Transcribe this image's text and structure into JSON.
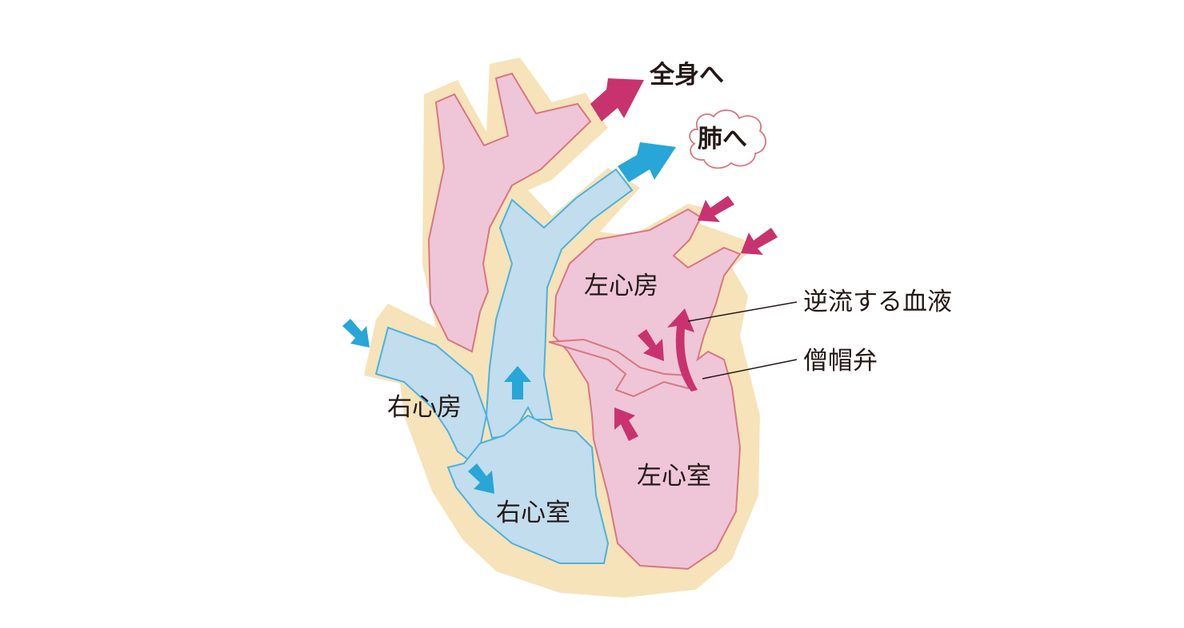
{
  "labels": {
    "to_body": "全身へ",
    "to_lungs": "肺へ",
    "left_atrium": "左心房",
    "right_atrium": "右心房",
    "left_ventricle": "左心室",
    "right_ventricle": "右心室",
    "regurgitant_blood": "逆流する血液",
    "mitral_valve": "僧帽弁"
  },
  "colors": {
    "outline_fat": "#f6e3b9",
    "arterial_fill": "#eec6d8",
    "arterial_stroke": "#d9767f",
    "venous_fill": "#c2dded",
    "venous_stroke": "#4ab2df",
    "arterial_arrow": "#c8336f",
    "venous_arrow": "#27a6d7",
    "text": "#231815"
  }
}
